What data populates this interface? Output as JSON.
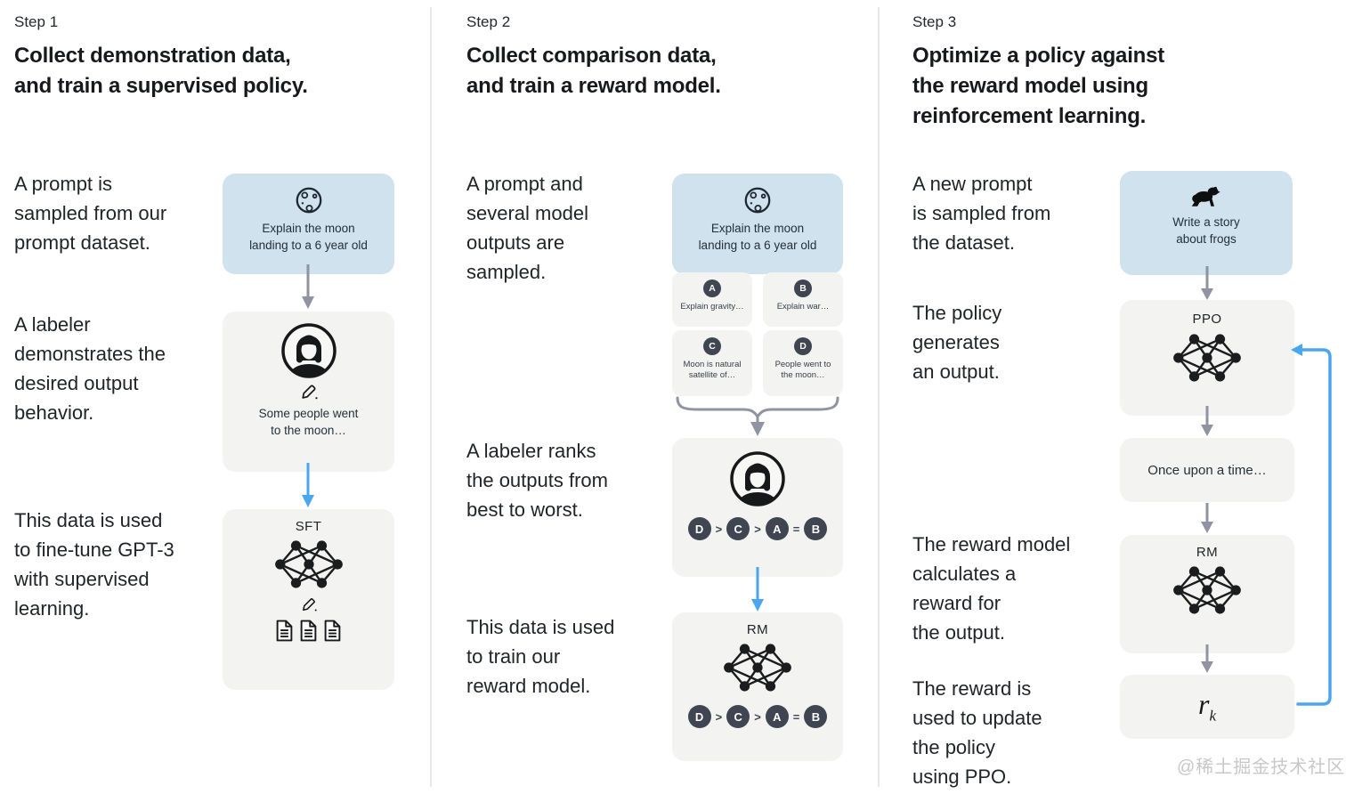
{
  "watermark": "@稀土掘金技术社区",
  "colors": {
    "prompt_box_bg": "#cfe2ee",
    "model_box_bg": "#f3f3f1",
    "chip_bg": "#3f4551",
    "text": "#212529",
    "arrow_gray": "#8f93a2",
    "arrow_blue": "#4ba6f2",
    "divider": "#e8e8e6",
    "watermark": "#c8c8c8"
  },
  "steps": {
    "step1": {
      "label": "Step 1",
      "title": "Collect demonstration data,\nand train a supervised policy.",
      "captions": {
        "prompt": "A prompt is\nsampled from our\nprompt dataset.",
        "labeler": "A labeler\ndemonstrates the\ndesired output\nbehavior.",
        "data": "This data is used\nto fine-tune GPT-3\nwith supervised\nlearning."
      },
      "prompt_box": {
        "icon": "moon-icon",
        "text": "Explain the moon\nlanding to a 6 year old"
      },
      "labeler_box": {
        "icon": "labeler-avatar-icon",
        "secondary_icon": "pencil-icon",
        "text": "Some people went\nto the moon…"
      },
      "model_box": {
        "label": "SFT",
        "icon": "network-icon",
        "secondary_icon": "pencil-icon",
        "tertiary_icon": "documents-icon"
      }
    },
    "step2": {
      "label": "Step 2",
      "title": "Collect comparison data,\nand train a reward model.",
      "captions": {
        "prompt": "A prompt and\nseveral model\noutputs are\nsampled.",
        "labeler": "A labeler ranks\nthe outputs from\nbest to worst.",
        "data": "This data is used\nto train our\nreward model."
      },
      "prompt_box": {
        "icon": "moon-icon",
        "text": "Explain the moon\nlanding to a 6 year old"
      },
      "options": [
        {
          "letter": "A",
          "text": "Explain gravity…"
        },
        {
          "letter": "B",
          "text": "Explain war…"
        },
        {
          "letter": "C",
          "text": "Moon is natural\nsatellite of…"
        },
        {
          "letter": "D",
          "text": "People went to\nthe moon…"
        }
      ],
      "ranking": {
        "letters": [
          "D",
          "C",
          "A",
          "B"
        ],
        "ops": [
          ">",
          ">",
          "="
        ]
      },
      "labeler_box": {
        "icon": "labeler-avatar-icon"
      },
      "model_box": {
        "label": "RM",
        "icon": "network-icon"
      }
    },
    "step3": {
      "label": "Step 3",
      "title": "Optimize a policy against\nthe reward model using\nreinforcement learning.",
      "captions": {
        "prompt": "A new prompt\nis sampled from\nthe dataset.",
        "policy": "The policy\ngenerates\nan output.",
        "reward_model": "The reward model\ncalculates a\nreward for\nthe output.",
        "reward": "The reward is\nused to update\nthe policy\nusing PPO."
      },
      "prompt_box": {
        "icon": "frog-icon",
        "text": "Write a story\nabout frogs"
      },
      "policy_box": {
        "label": "PPO",
        "icon": "network-icon"
      },
      "output_box": {
        "text": "Once upon a time…"
      },
      "reward_model_box": {
        "label": "RM",
        "icon": "network-icon"
      },
      "reward_box": {
        "symbol": "r",
        "subscript": "k"
      }
    }
  }
}
